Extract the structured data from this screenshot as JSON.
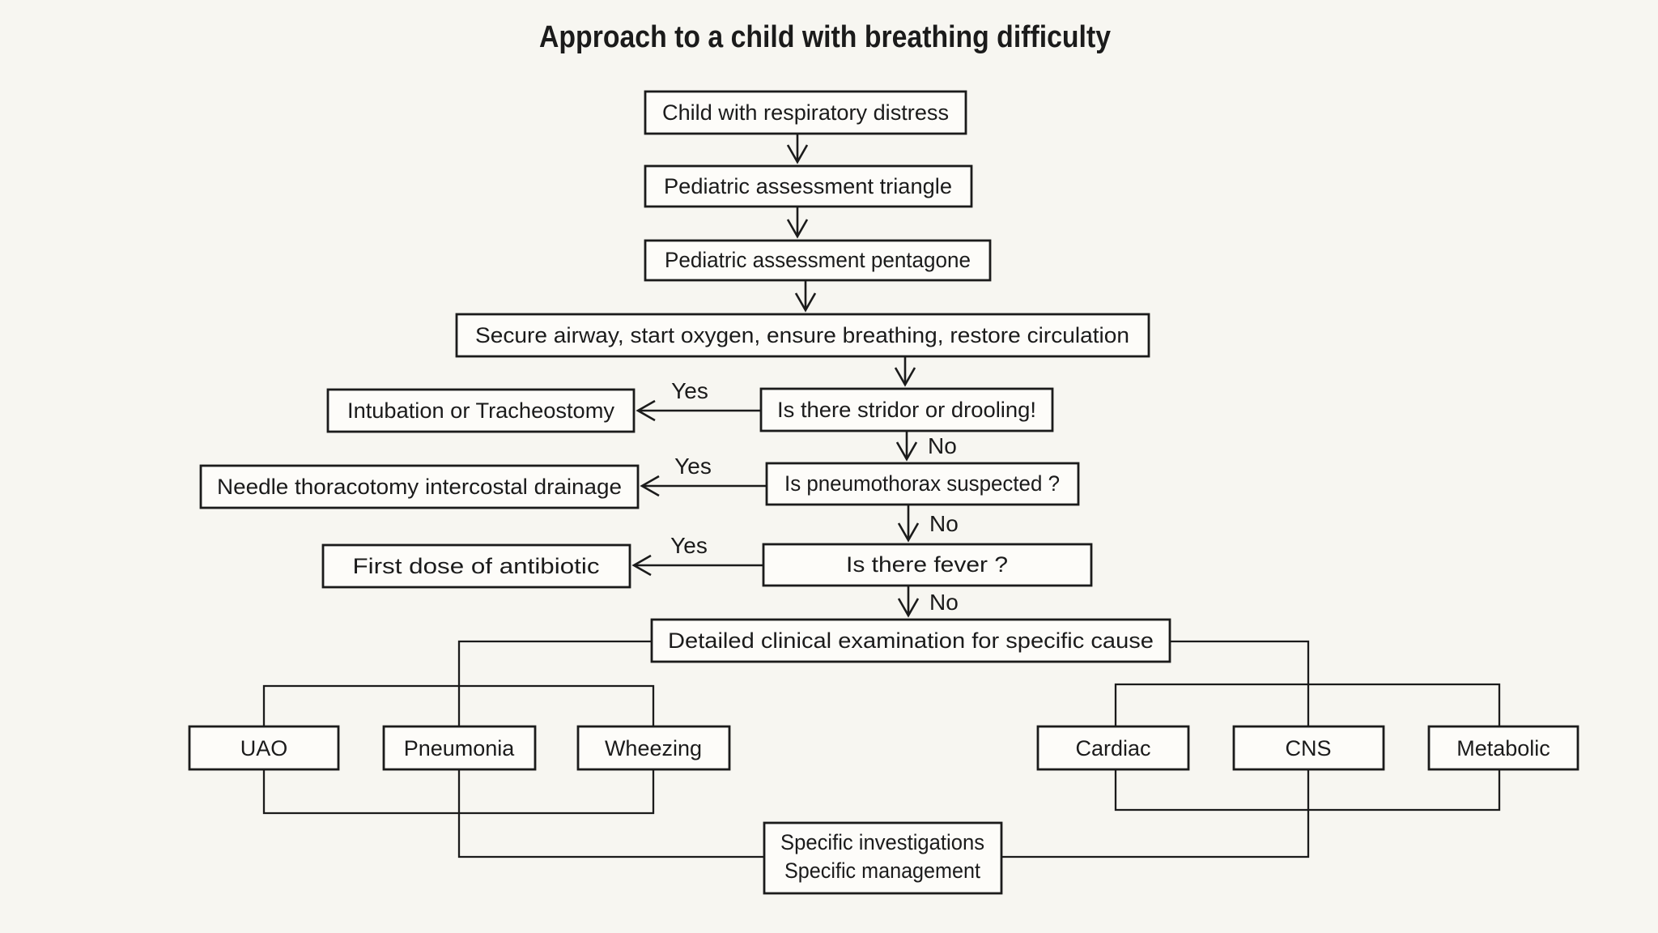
{
  "title": "Approach to a child with breathing difficulty",
  "flowchart": {
    "nodes": {
      "respiratory_distress": "Child with respiratory distress",
      "assessment_triangle": "Pediatric assessment triangle",
      "assessment_pentagone": "Pediatric assessment pentagone",
      "secure_airway": "Secure airway, start oxygen, ensure breathing, restore circulation",
      "stridor_question": "Is there stridor or drooling!",
      "intubation": "Intubation or Tracheostomy",
      "pneumothorax_question": "Is pneumothorax suspected ?",
      "needle_thoracotomy": "Needle thoracotomy intercostal drainage",
      "fever_question": "Is there fever ?",
      "antibiotic": "First dose of antibiotic",
      "detailed_examination": "Detailed clinical examination for specific cause",
      "uao": "UAO",
      "pneumonia": "Pneumonia",
      "wheezing": "Wheezing",
      "cardiac": "Cardiac",
      "cns": "CNS",
      "metabolic": "Metabolic",
      "specific_line1": "Specific investigations",
      "specific_line2": "Specific management"
    },
    "edge_labels": {
      "stridor_yes": "Yes",
      "stridor_no": "No",
      "pneumothorax_yes": "Yes",
      "pneumothorax_no": "No",
      "fever_yes": "Yes",
      "fever_no": "No"
    },
    "connections": [
      "Child with respiratory distress -> Pediatric assessment triangle",
      "Pediatric assessment triangle -> Pediatric assessment pentagone",
      "Pediatric assessment pentagone -> Secure airway, start oxygen, ensure breathing, restore circulation",
      "Secure airway -> Is there stridor or drooling!",
      "Is there stridor or drooling! -Yes-> Intubation or Tracheostomy",
      "Is there stridor or drooling! -No-> Is pneumothorax suspected ?",
      "Is pneumothorax suspected ? -Yes-> Needle thoracotomy intercostal drainage",
      "Is pneumothorax suspected ? -No-> Is there fever ?",
      "Is there fever ? -Yes-> First dose of antibiotic",
      "Is there fever ? -No-> Detailed clinical examination for specific cause",
      "Detailed clinical examination -> UAO / Pneumonia / Wheezing",
      "Detailed clinical examination -> Cardiac / CNS / Metabolic",
      "UAO / Pneumonia / Wheezing -> Specific investigations, Specific management",
      "Cardiac / CNS / Metabolic -> Specific investigations, Specific management"
    ],
    "colors": {
      "background": "#f7f6f1",
      "line": "#1b1b1b",
      "box_fill": "#fdfcf9"
    }
  }
}
